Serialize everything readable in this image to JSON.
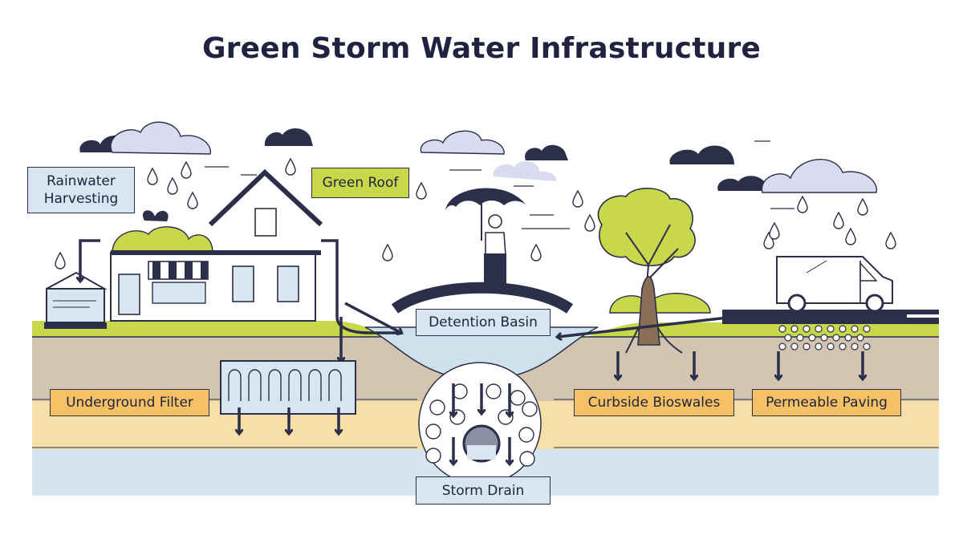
{
  "title": "Green Storm Water Infrastructure",
  "labels": {
    "rainwater_harvesting": "Rainwater\nHarvesting",
    "green_roof": "Green Roof",
    "detention_basin": "Detention Basin",
    "underground_filter": "Underground Filter",
    "storm_drain": "Storm Drain",
    "curbside_bioswales": "Curbside Bioswales",
    "permeable_paving": "Permeable Paving"
  },
  "colors": {
    "ink": "#2b2f4a",
    "grass": "#c8d84a",
    "soil": "#d3c4b1",
    "sand": "#f7e0a8",
    "groundwater": "#d6e6ee",
    "cloud_light": "#d9dcee",
    "cloud_dark": "#2b2f4a",
    "label_blue": "#d7e6f0",
    "label_green": "#c8d84a",
    "label_orange": "#f6c065"
  },
  "icons": [
    "cloud-icon",
    "raindrop-icon",
    "house-icon",
    "umbrella-person-icon",
    "tree-icon",
    "van-icon",
    "rain-barrel-icon",
    "underground-filter-icon",
    "storm-drain-pipe-icon",
    "flow-arrow-icon"
  ]
}
